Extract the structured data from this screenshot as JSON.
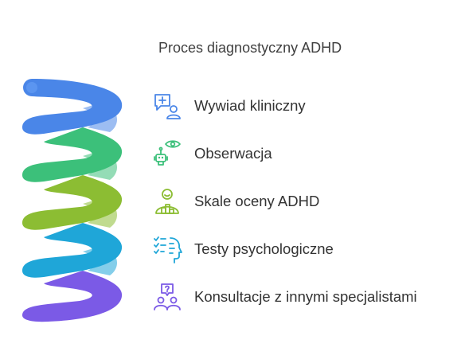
{
  "title": "Proces diagnostyczny ADHD",
  "items": [
    {
      "label": "Wywiad kliniczny",
      "icon": "clinical-interview-icon",
      "color": "#4a86e8"
    },
    {
      "label": "Obserwacja",
      "icon": "observation-robot-icon",
      "color": "#3cc07a"
    },
    {
      "label": "Skale oceny ADHD",
      "icon": "rating-scale-person-icon",
      "color": "#8cbd33"
    },
    {
      "label": "Testy psychologiczne",
      "icon": "psychological-test-head-icon",
      "color": "#1fa6d8"
    },
    {
      "label": "Konsultacje z innymi specjalistami",
      "icon": "consultation-people-icon",
      "color": "#7b5ae6"
    }
  ],
  "palette": {
    "blue": "#4a86e8",
    "green": "#3cc07a",
    "lime": "#8cbd33",
    "cyan": "#1fa6d8",
    "purple": "#7b5ae6"
  }
}
